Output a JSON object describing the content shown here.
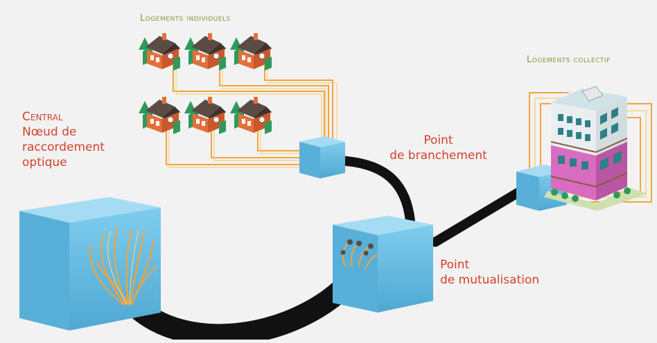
{
  "labels": {
    "individual_housing": "Logements individuels",
    "collective_housing": "Logements collectif",
    "central_title": "Central",
    "central_line1": "Nœud de",
    "central_line2": "raccordement",
    "central_line3": "optique",
    "branch_line1": "Point",
    "branch_line2": "de branchement",
    "mutual_line1": "Point",
    "mutual_line2": "de mutualisation"
  },
  "colors": {
    "background": "#f2f2f2",
    "label_red": "#d1412b",
    "label_green": "#7c9c3c",
    "cube_blue": "#5fb6dc",
    "cable_black": "#111111",
    "fiber_orange": "#f2a43a",
    "roof": "#5a4b45",
    "wall": "#e46f3a",
    "tree": "#2e9a5a",
    "building_pink": "#d86cc0",
    "building_glass": "#2f7f88"
  },
  "icons": {
    "house": "house-icon",
    "building": "apartment-building-icon",
    "node": "cube-node-icon"
  }
}
